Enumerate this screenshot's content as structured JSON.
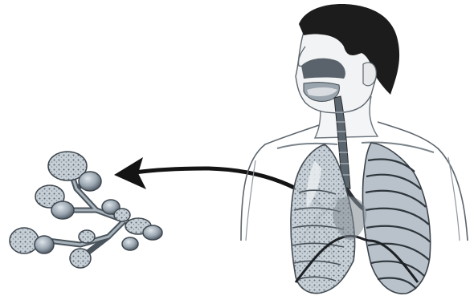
{
  "figure": {
    "background": "#ffffff",
    "ink_dark": "#1a1a1a",
    "ink_mid": "#6b7580",
    "ink_light": "#aab2ba",
    "parts": {
      "alveoli_cluster": "alveoli-cluster",
      "arrow": "pointer-arrow",
      "person": "human-torso-respiratory-system"
    }
  }
}
